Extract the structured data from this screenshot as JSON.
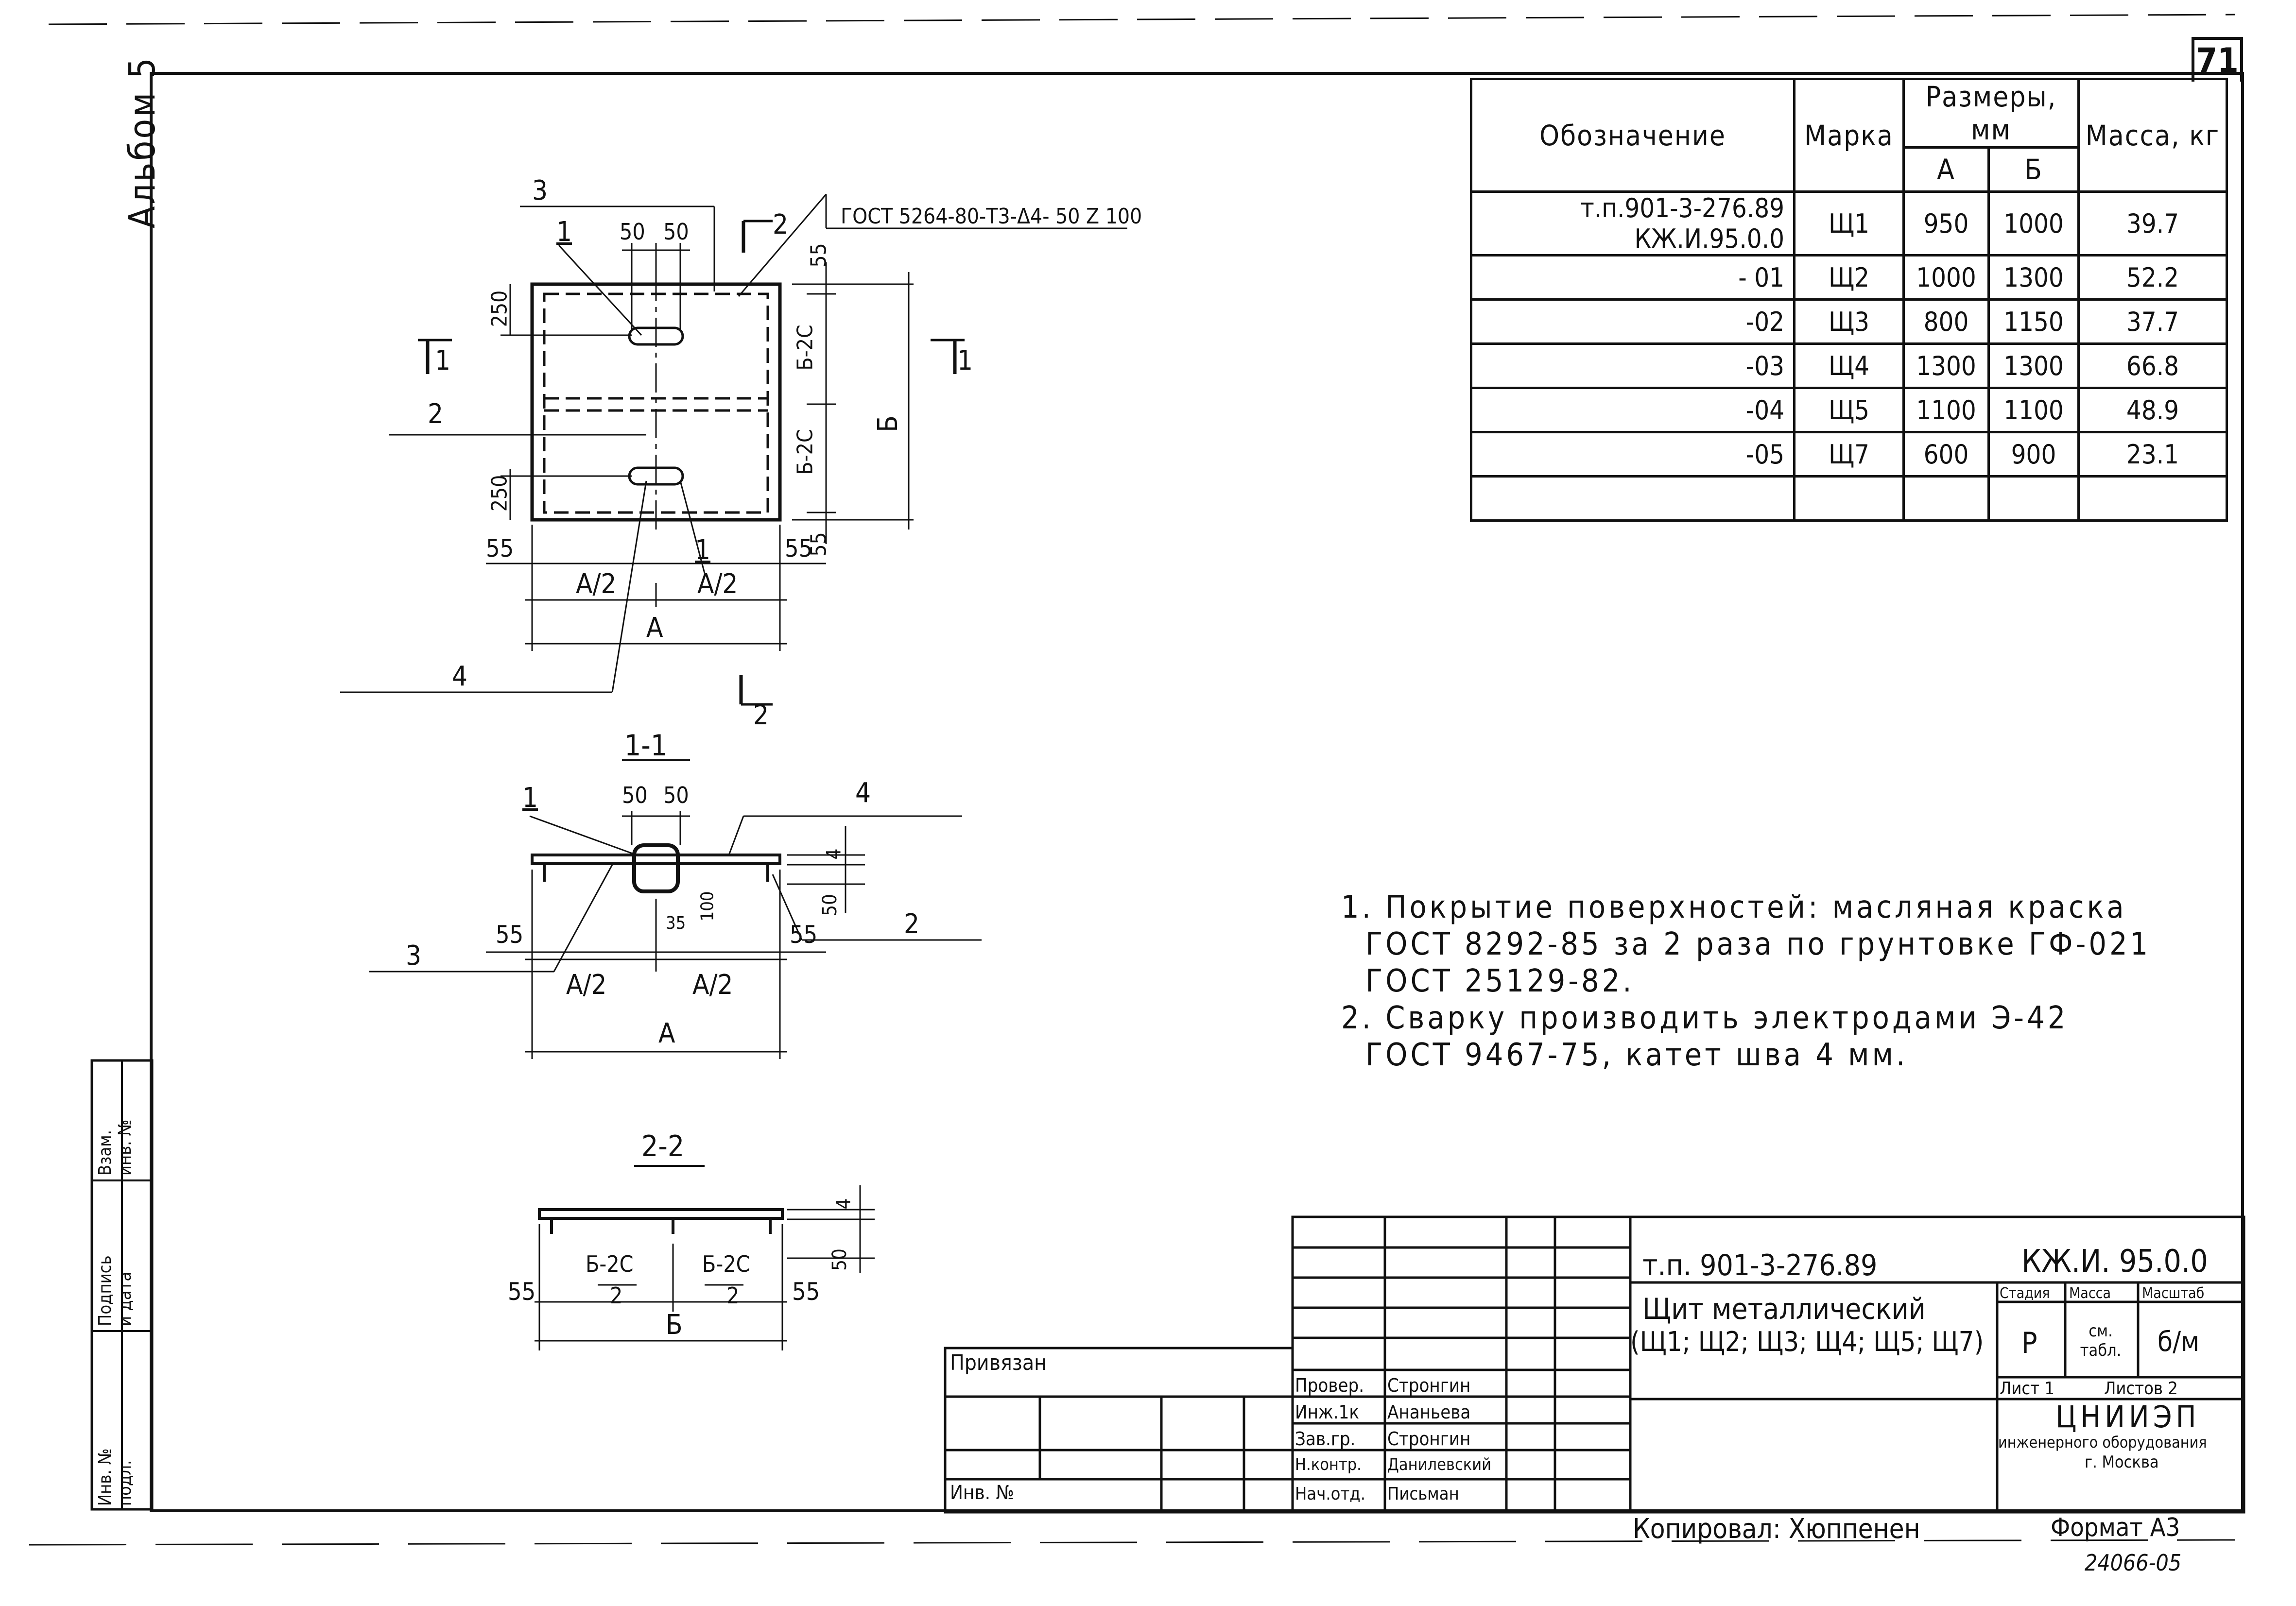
{
  "sheet_number": "71",
  "album": "Альбом 5",
  "spec_table": {
    "headers": {
      "designation": "Обозначение",
      "mark": "Марка",
      "sizes": "Размеры, мм",
      "size_a": "А",
      "size_b": "Б",
      "mass": "Масса, кг"
    },
    "rows": [
      {
        "designation": "т.п.901-3-276.89  КЖ.И.95.0.0",
        "mark": "Щ1",
        "a": "950",
        "b": "1000",
        "mass": "39.7"
      },
      {
        "designation": "- 01",
        "mark": "Щ2",
        "a": "1000",
        "b": "1300",
        "mass": "52.2"
      },
      {
        "designation": "-02",
        "mark": "Щ3",
        "a": "800",
        "b": "1150",
        "mass": "37.7"
      },
      {
        "designation": "-03",
        "mark": "Щ4",
        "a": "1300",
        "b": "1300",
        "mass": "66.8"
      },
      {
        "designation": "-04",
        "mark": "Щ5",
        "a": "1100",
        "b": "1100",
        "mass": "48.9"
      },
      {
        "designation": "-05",
        "mark": "Щ7",
        "a": "600",
        "b": "900",
        "mass": "23.1"
      },
      {
        "designation": "",
        "mark": "",
        "a": "",
        "b": "",
        "mass": ""
      }
    ]
  },
  "drawing": {
    "gost_weld": "ГОСТ 5264-80-Т3-Δ4- 50 Z 100",
    "section_1": "1-1",
    "section_2": "2-2",
    "dim_50": "50",
    "dim_55": "55",
    "dim_250": "250",
    "dim_35": "35",
    "dim_100": "100",
    "dim_4": "4",
    "dim_A": "А",
    "dim_A_half": "А/2",
    "dim_B": "Б",
    "dim_B_frac": "Б-2С",
    "dim_2": "2",
    "pos_1": "1",
    "pos_2": "2",
    "pos_3": "3",
    "pos_4": "4"
  },
  "notes": [
    "1. Покрытие поверхностей: масляная краска",
    "ГОСТ 8292-85 за 2 раза по грунтовке ГФ-021",
    "ГОСТ 25129-82.",
    "2. Сварку производить электродами Э-42",
    "ГОСТ 9467-75, катет шва 4 мм."
  ],
  "title_block": {
    "project": "т.п. 901-3-276.89",
    "code": "КЖ.И. 95.0.0",
    "title_line1": "Щит металлический",
    "title_line2": "(Щ1; Щ2; Щ3; Щ4; Щ5; Щ7)",
    "stage_label": "Стадия",
    "mass_label": "Масса",
    "scale_label": "Масштаб",
    "stage": "Р",
    "mass_value": "см. табл.",
    "scale": "б/м",
    "sheet": "Лист 1",
    "sheets": "Листов 2",
    "org1": "ЦНИИЭП",
    "org2": "инженерного оборудования",
    "org3": "г. Москва",
    "linked": "Привязан",
    "inv_no": "Инв. №",
    "roles": [
      {
        "role": "Провер.",
        "name": "Стронгин"
      },
      {
        "role": "Инж.1к",
        "name": "Ананьева"
      },
      {
        "role": "Зав.гр.",
        "name": "Стронгин"
      },
      {
        "role": "Н.контр.",
        "name": "Данилевский"
      },
      {
        "role": "Нач.отд.",
        "name": "Письман"
      }
    ],
    "copied_by": "Копировал: Хюппенен",
    "format": "Формат А3",
    "stamp_no": "24066-05"
  },
  "side_box": {
    "inv_podl": "Инв. № подл.",
    "sign_date": "Подпись и дата",
    "vzam": "Взам. инв. №"
  }
}
